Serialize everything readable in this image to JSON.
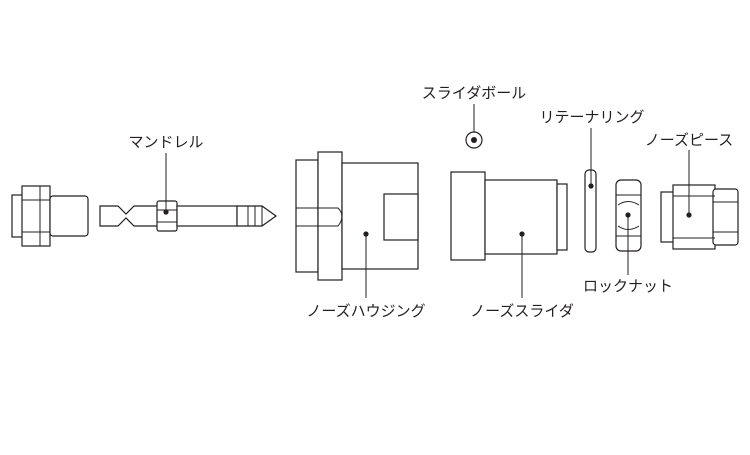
{
  "labels": {
    "mandrel": "マンドレル",
    "slide_ball": "スライダボール",
    "retaining_ring": "リテーナリング",
    "nose_piece": "ノーズピース",
    "lock_nut": "ロックナット",
    "nose_housing": "ノーズハウジング",
    "nose_slider": "ノーズスライダ"
  },
  "colors": {
    "line": "#231f20",
    "background": "#ffffff"
  }
}
